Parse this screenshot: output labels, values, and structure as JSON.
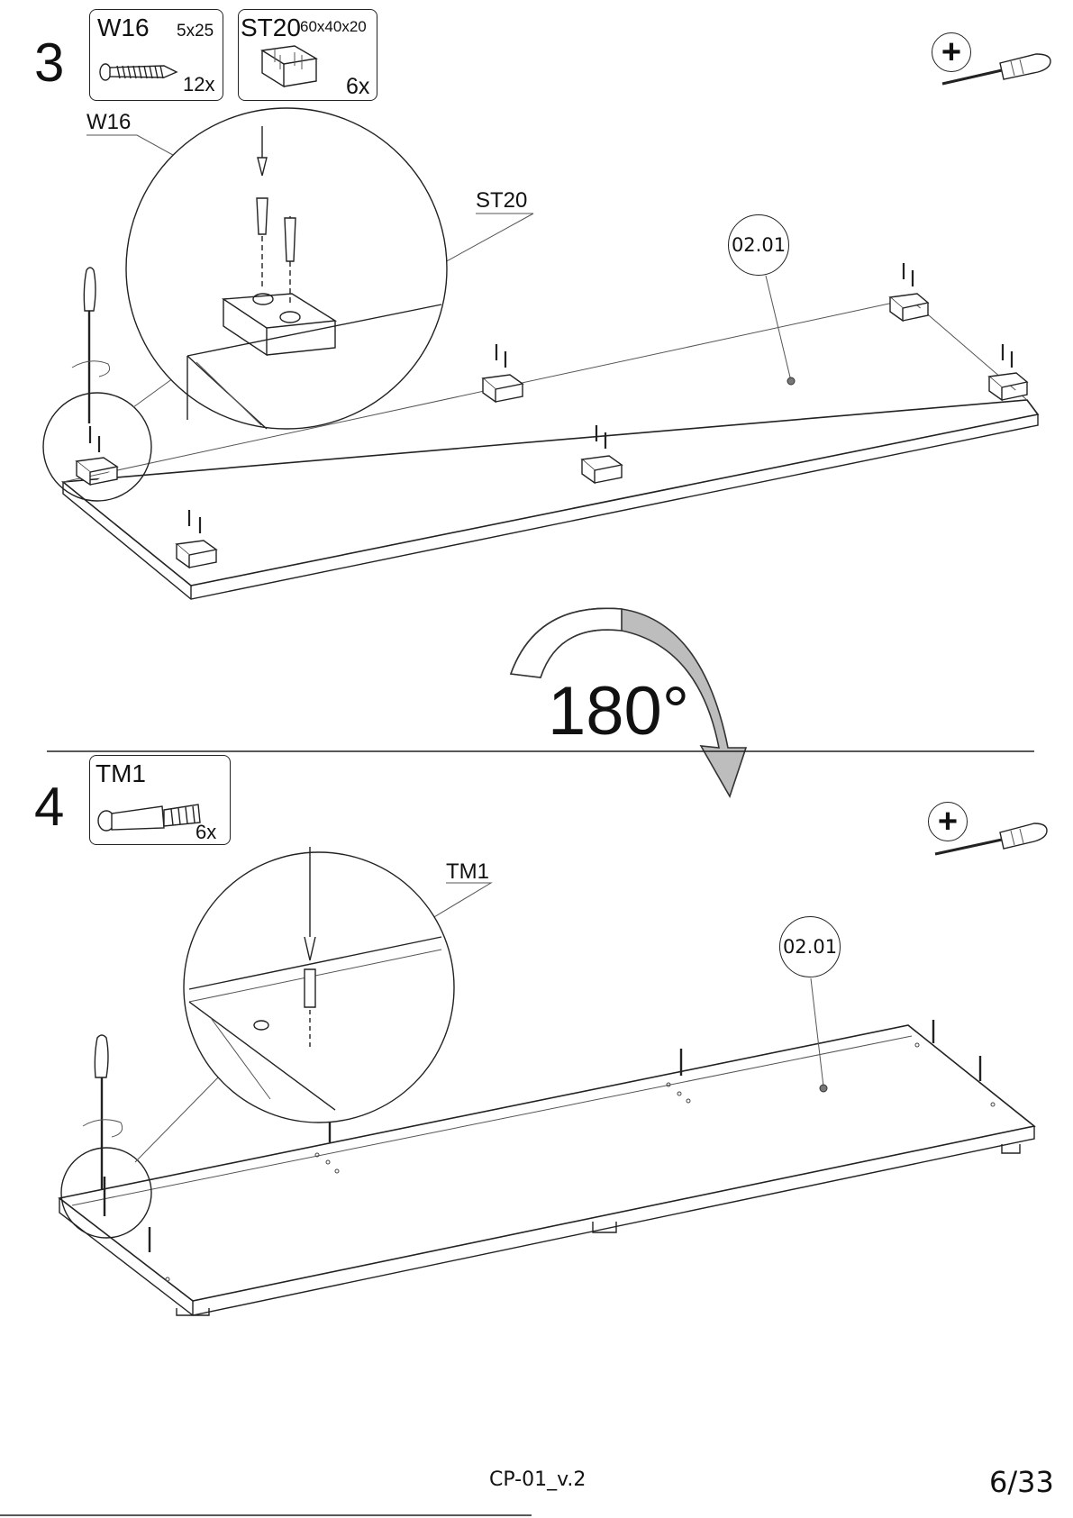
{
  "step3": {
    "number": "3",
    "parts": [
      {
        "code": "W16",
        "dims": "5x25",
        "qty": "12x",
        "icon": "wood-screw-icon"
      },
      {
        "code": "ST20",
        "dims": "60x40x20",
        "qty": "6x",
        "icon": "corner-block-icon"
      }
    ],
    "callouts": {
      "screw": "W16",
      "block": "ST20"
    },
    "panel_ref": "02.01",
    "tool_icon": "phillips-screwdriver-icon",
    "tool_sign": "+"
  },
  "rotation": {
    "label": "180°",
    "icon": "rotate-arrow-icon"
  },
  "step4": {
    "number": "4",
    "parts": [
      {
        "code": "TM1",
        "qty": "6x",
        "icon": "cam-bolt-icon"
      }
    ],
    "callouts": {
      "bolt": "TM1"
    },
    "panel_ref": "02.01",
    "tool_icon": "phillips-screwdriver-icon",
    "tool_sign": "+"
  },
  "footer": {
    "doc_code": "CP-01_v.2",
    "page": "6/33"
  }
}
